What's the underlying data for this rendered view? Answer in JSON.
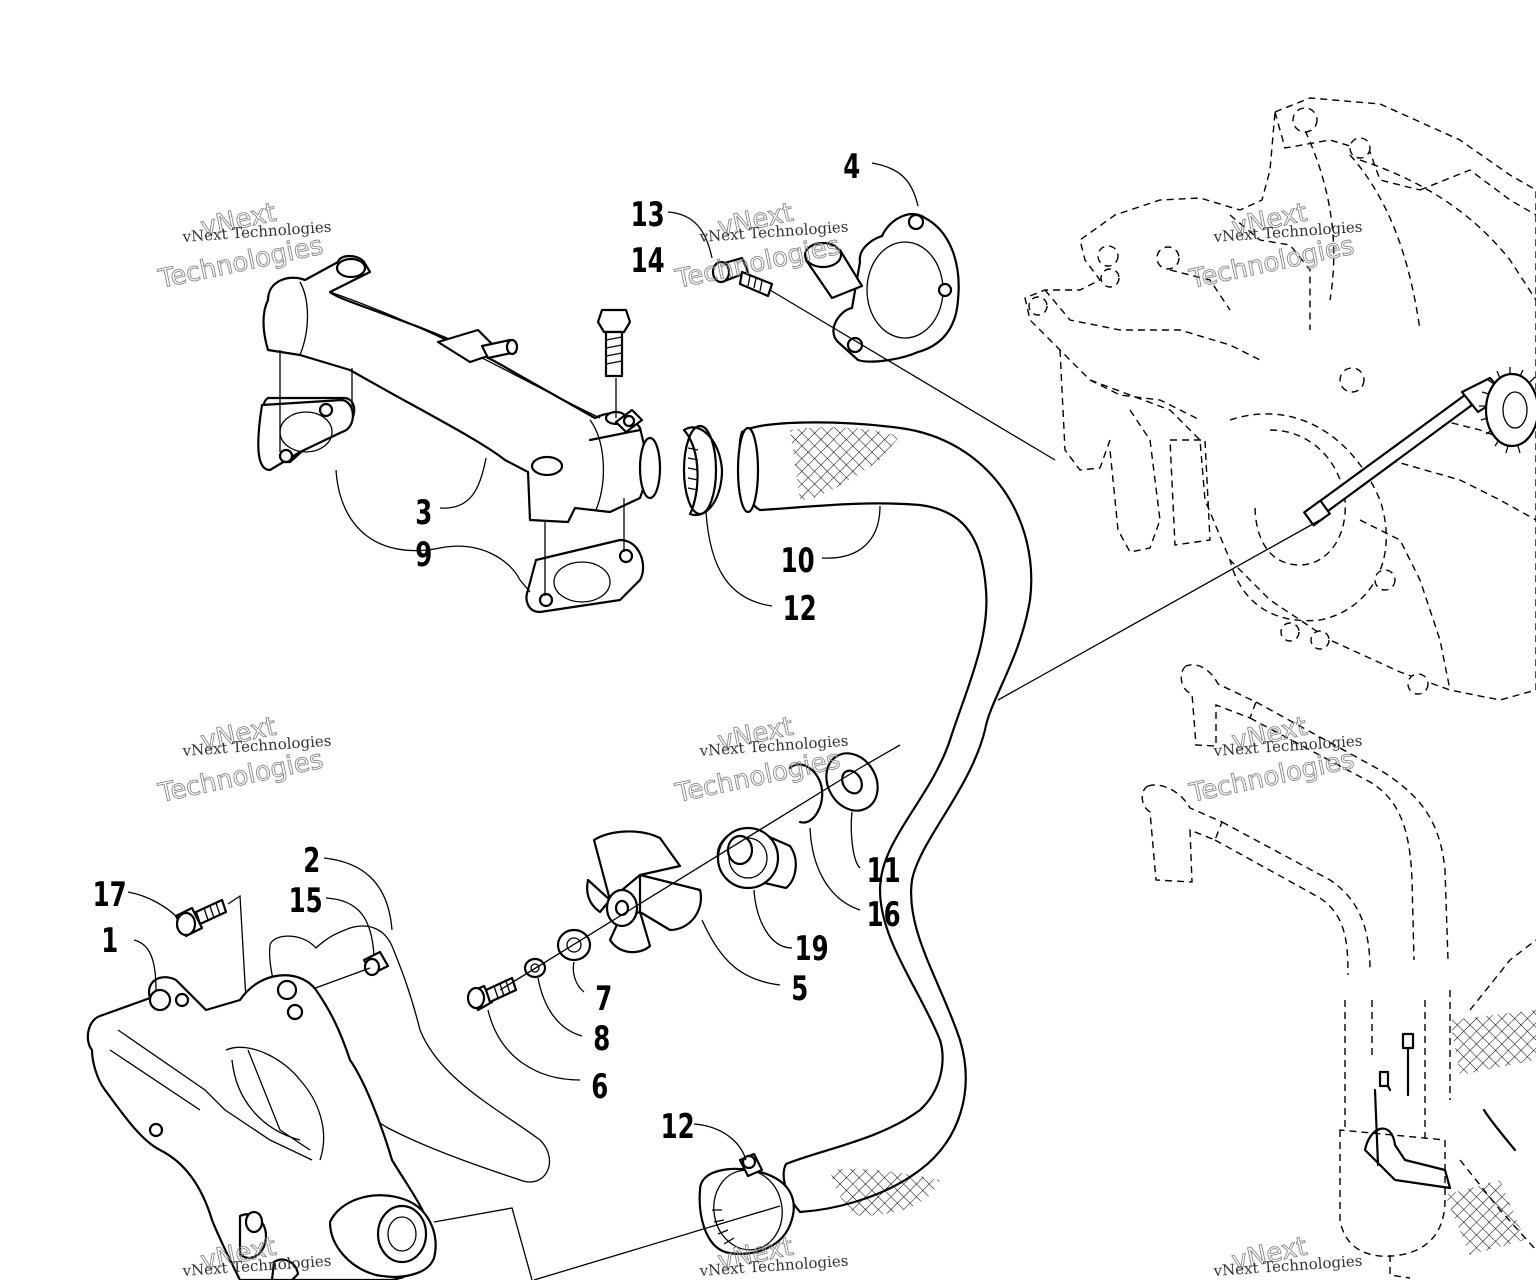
{
  "callouts": [
    {
      "id": "1",
      "label": "1"
    },
    {
      "id": "2",
      "label": "2"
    },
    {
      "id": "3",
      "label": "3"
    },
    {
      "id": "4",
      "label": "4"
    },
    {
      "id": "5",
      "label": "5"
    },
    {
      "id": "6",
      "label": "6"
    },
    {
      "id": "7",
      "label": "7"
    },
    {
      "id": "8",
      "label": "8"
    },
    {
      "id": "9",
      "label": "9"
    },
    {
      "id": "10",
      "label": "10"
    },
    {
      "id": "11",
      "label": "11"
    },
    {
      "id": "12a",
      "label": "12"
    },
    {
      "id": "12b",
      "label": "12"
    },
    {
      "id": "13",
      "label": "13"
    },
    {
      "id": "14",
      "label": "14"
    },
    {
      "id": "15",
      "label": "15"
    },
    {
      "id": "16",
      "label": "16"
    },
    {
      "id": "17",
      "label": "17"
    },
    {
      "id": "19",
      "label": "19"
    }
  ],
  "watermark": {
    "small_text": "vNext Technologies",
    "large_line_1": "vNext",
    "large_line_2": "Technologies"
  }
}
